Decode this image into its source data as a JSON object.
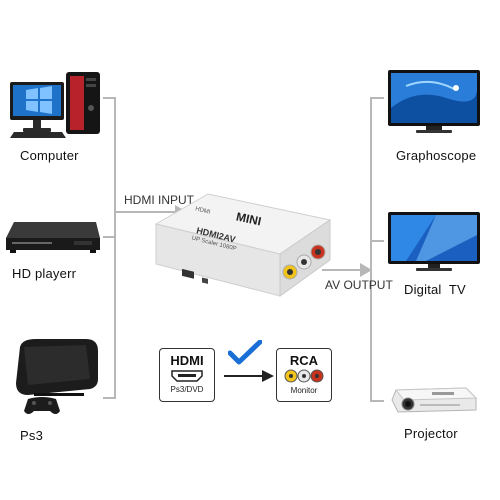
{
  "sources": [
    {
      "name": "Computer",
      "icon": "computer-icon"
    },
    {
      "name": "HD playerr",
      "icon": "hd-player-icon"
    },
    {
      "name": "Ps3",
      "icon": "ps3-console-icon"
    }
  ],
  "outputs": [
    {
      "name": "Graphoscope",
      "icon": "graphoscope-icon"
    },
    {
      "name": "Digital  TV",
      "icon": "digital-tv-icon"
    },
    {
      "name": "Projector",
      "icon": "projector-icon"
    }
  ],
  "flow": {
    "input_label": "HDMI INPUT",
    "output_label": "AV OUTPUT"
  },
  "converter": {
    "brand": "MINI",
    "model": "HDMI2AV",
    "sub": "UP Scaler 1080P",
    "side_label": "HDMI"
  },
  "badges": {
    "hdmi": {
      "title": "HDMI",
      "sub": "Ps3/DVD"
    },
    "rca": {
      "title": "RCA",
      "sub": "Monitor"
    }
  },
  "colors": {
    "line": "#b7b7b7",
    "check": "#1a6fd6",
    "rca_red": "#c8321e",
    "rca_yellow": "#f0c419",
    "rca_white": "#e8e8e8"
  }
}
